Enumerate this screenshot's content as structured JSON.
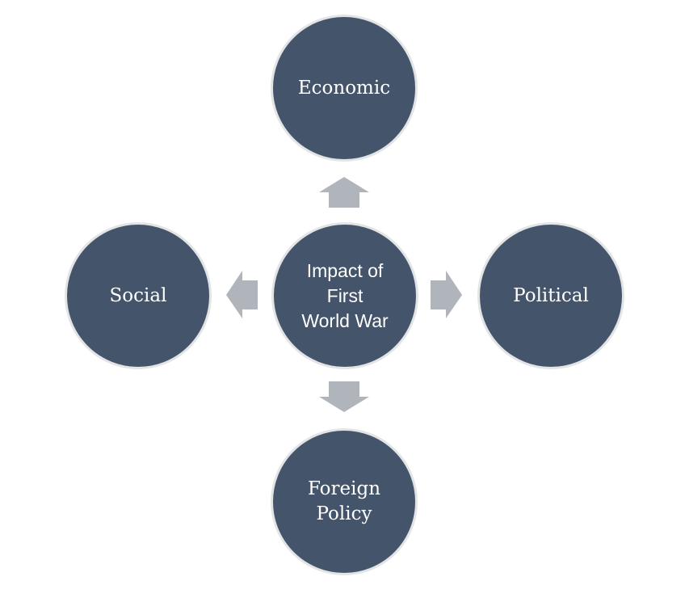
{
  "center": {
    "label": "Impact of\nFirst\nWorld War"
  },
  "nodes": {
    "top": {
      "label": "Economic"
    },
    "left": {
      "label": "Social"
    },
    "right": {
      "label": "Political"
    },
    "bottom": {
      "label": "Foreign\nPolicy"
    }
  },
  "colors": {
    "circle_fill": "#44546a",
    "circle_border": "#e3e4e6",
    "arrow": "#b0b4bb",
    "text": "#ffffff"
  }
}
